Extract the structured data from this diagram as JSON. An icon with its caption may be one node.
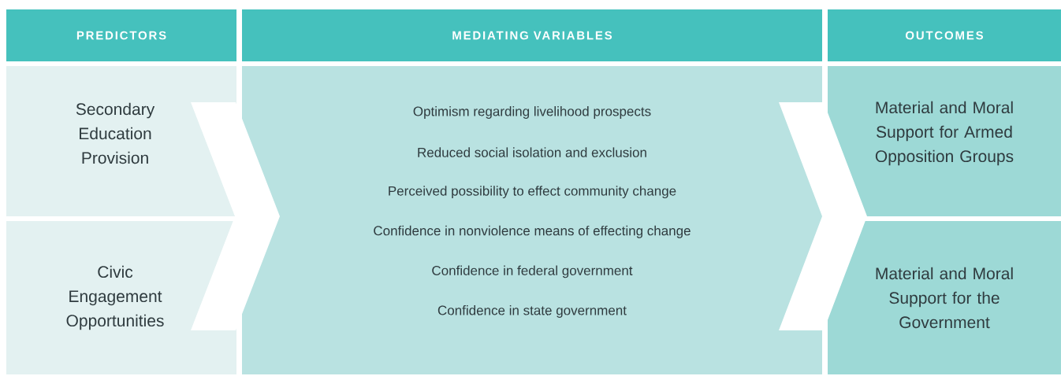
{
  "diagram": {
    "nodes": [
      {
        "text": [
          "PREDICTORS"
        ]
      },
      {
        "text": [
          "MEDIATING VARIABLES"
        ]
      },
      {
        "text": [
          "OUTCOMES"
        ]
      },
      {
        "text": [
          "Secondary Education Provision"
        ]
      },
      {
        "text": [
          "Civic Engagement Opportunities"
        ]
      },
      {
        "text": [
          "Optimism regarding livelihood prospects",
          "Reduced social isolation and exclusion",
          "Perceived possibility to effect community change",
          "Confidence in nonviolence means of effecting change",
          "Confidence in federal government",
          "Confidence in state government"
        ]
      },
      {
        "text": [
          "Material and Moral Support for Armed Opposition Groups"
        ]
      },
      {
        "text": [
          "Material and Moral Support for the Government"
        ]
      }
    ],
    "edges": [
      {
        "from": 3,
        "to": 5,
        "arrow": "to"
      },
      {
        "from": 4,
        "to": 5,
        "arrow": "to"
      },
      {
        "from": 5,
        "to": 6,
        "arrow": "to"
      },
      {
        "from": 5,
        "to": 7,
        "arrow": "to"
      }
    ]
  }
}
